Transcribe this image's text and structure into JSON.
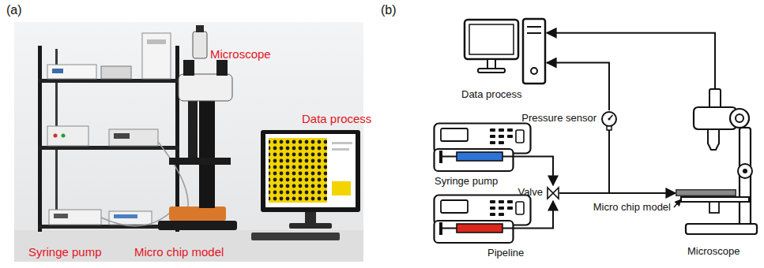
{
  "diagram": {
    "nodes": [
      {
        "text": [
          "Data process"
        ]
      },
      {
        "text": [
          "Pressure sensor"
        ]
      },
      {
        "text": [
          "Syringe pump"
        ]
      },
      {
        "text": [
          "Pipeline"
        ]
      },
      {
        "text": [
          "Valve"
        ]
      },
      {
        "text": [
          "Micro chip model"
        ]
      },
      {
        "text": [
          "Microscope"
        ]
      }
    ],
    "edges": [
      {
        "from": 2,
        "to": 4,
        "arrow": "to"
      },
      {
        "from": 3,
        "to": 4,
        "arrow": "to"
      },
      {
        "from": 4,
        "to": 5,
        "arrow": "to"
      },
      {
        "from": 6,
        "to": 0,
        "arrow": "to"
      },
      {
        "from": 1,
        "to": 0,
        "arrow": "to"
      }
    ],
    "labels": [
      "(a)",
      "Microscope",
      "Data process",
      "Syringe pump",
      "Micro chip model",
      "(b)"
    ]
  }
}
